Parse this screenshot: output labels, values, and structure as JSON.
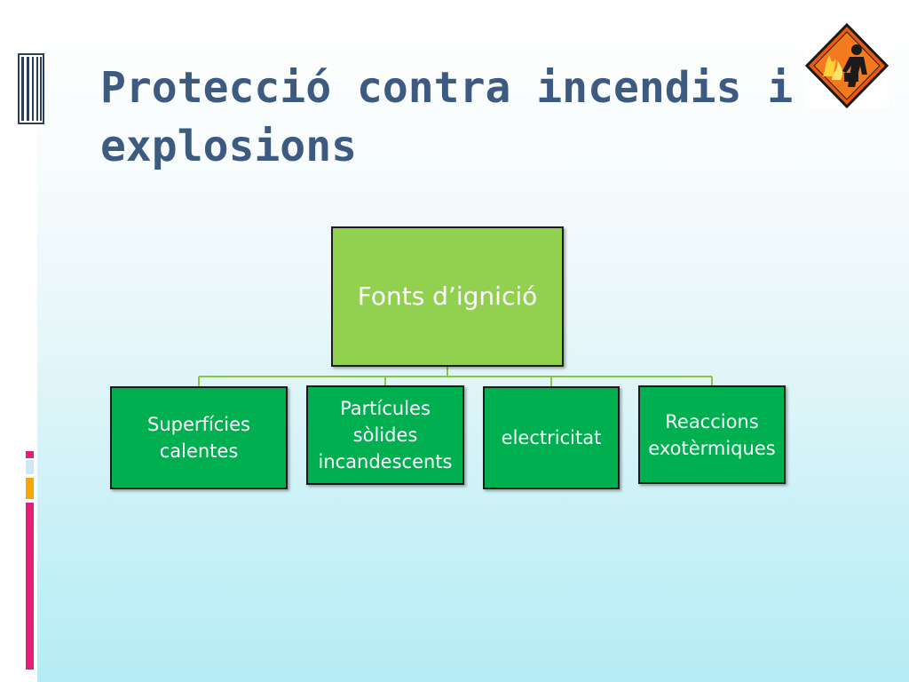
{
  "slide": {
    "title_line1": "Protecció contra incendis i",
    "title_line2": "explosions"
  },
  "diagram": {
    "root": {
      "label": "Fonts d’ignició"
    },
    "children": [
      {
        "lines": [
          "Superfícies",
          "calentes"
        ]
      },
      {
        "lines": [
          "Partícules",
          "sòlides",
          "incandescents"
        ]
      },
      {
        "lines": [
          "electricitat"
        ]
      },
      {
        "lines": [
          "Reaccions",
          "exotèrmiques"
        ]
      }
    ]
  },
  "colors": {
    "title": "#3d5a80",
    "root_fill": "#92d050",
    "child_fill": "#00b050",
    "connector": "#8cc63f",
    "accent_pink": "#e41e79",
    "accent_orange": "#f6a800"
  },
  "icons": {
    "logo": "fire-hazard-warning-icon",
    "left_ornament": "window-frame-icon"
  }
}
